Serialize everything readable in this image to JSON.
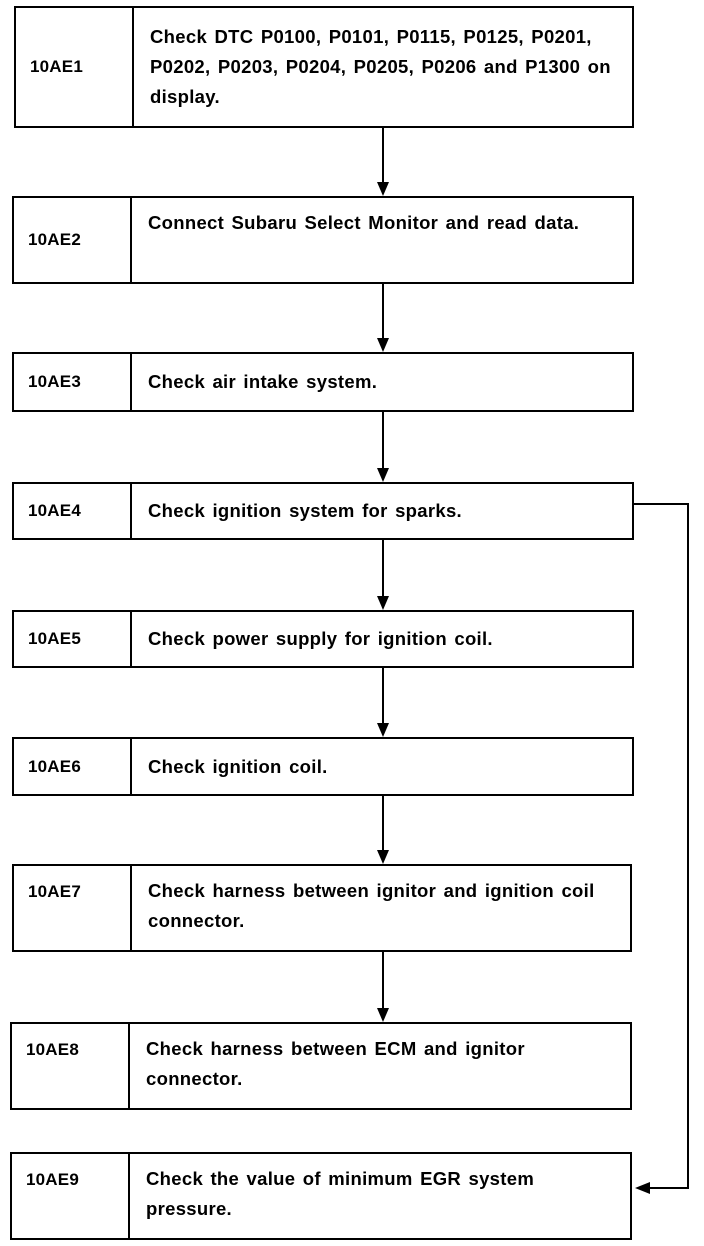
{
  "steps": [
    {
      "code": "10AE1",
      "text": "Check DTC P0100, P0101, P0115, P0125, P0201, P0202, P0203, P0204, P0205, P0206 and P1300 on display."
    },
    {
      "code": "10AE2",
      "text": "Connect Subaru Select Monitor and read data."
    },
    {
      "code": "10AE3",
      "text": "Check air intake system."
    },
    {
      "code": "10AE4",
      "text": "Check ignition system for sparks."
    },
    {
      "code": "10AE5",
      "text": "Check power supply for ignition coil."
    },
    {
      "code": "10AE6",
      "text": "Check ignition coil."
    },
    {
      "code": "10AE7",
      "text": "Check harness between ignitor and ignition coil connector."
    },
    {
      "code": "10AE8",
      "text": "Check harness between ECM and ignitor connector."
    },
    {
      "code": "10AE9",
      "text": "Check the value of minimum EGR system pressure."
    }
  ]
}
